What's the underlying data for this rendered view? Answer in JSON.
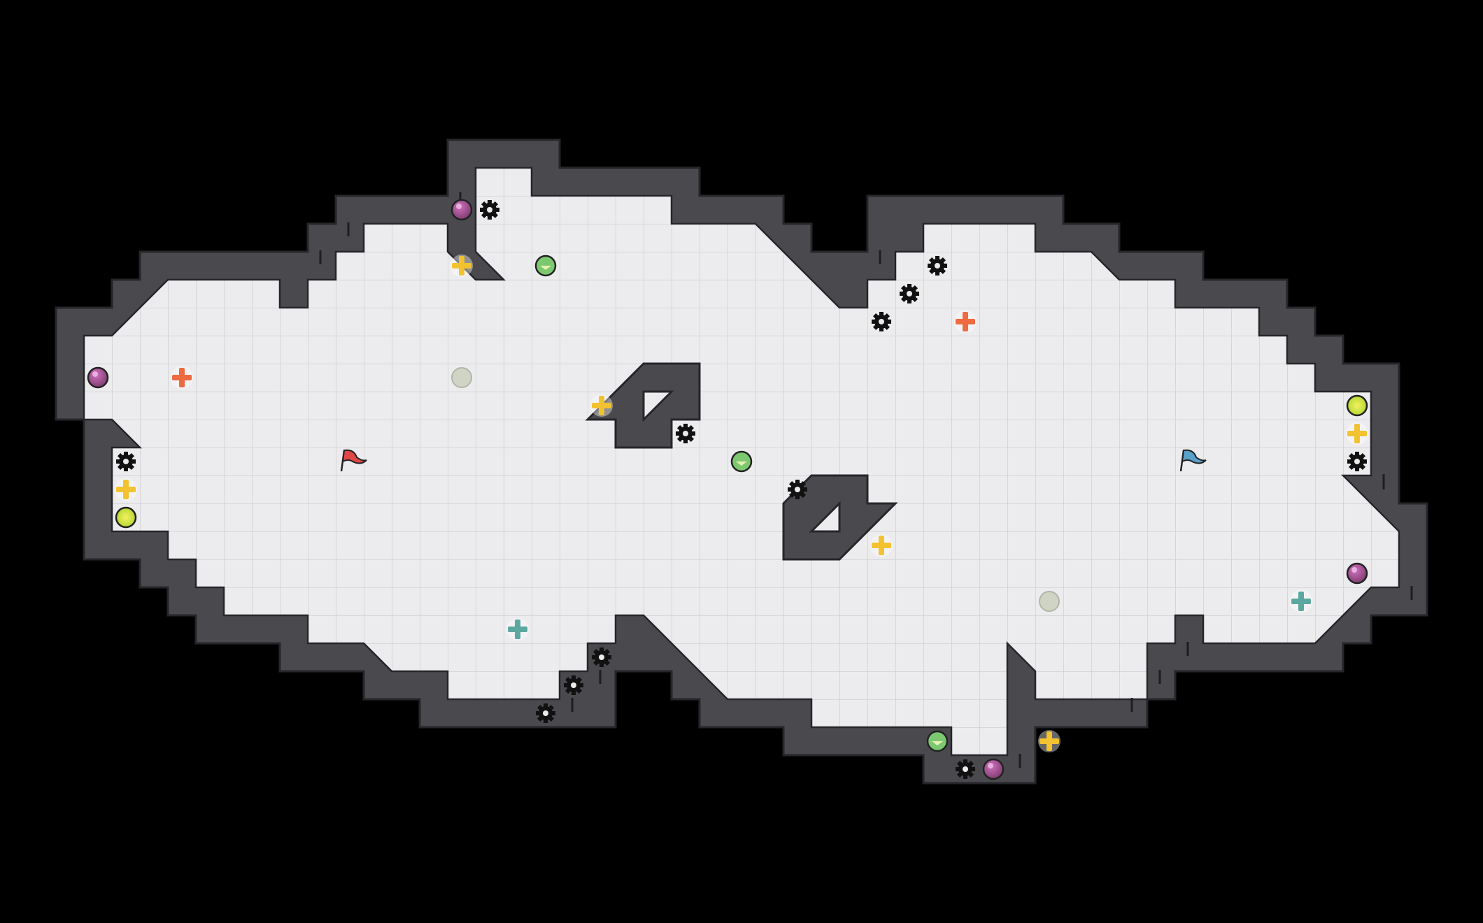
{
  "map": {
    "colors": {
      "background": "#000000",
      "wall": "#4a4a4e",
      "wall_edge": "#26262a",
      "floor": "#ececee",
      "grid": "#c9c9cf"
    },
    "rows": [
      "...........######.....................",
      "...........######......########.......",
      "......#####......#######......#####...",
      "....#########..#########......##############",
      "..#####################################",
      ".######################################",
      "#######################################",
      "#######################################",
      "#######################################",
      "#######################################",
      "#######################################",
      ".######################################",
      ".######################################",
      "..#####################################",
      "...####################################",
      "....###################################",
      "......#########...########....#######..",
      ".........######...##########..#####....",
      "..................########.....#.......",
      ".........................####.........."
    ]
  },
  "items": {
    "flags": [
      {
        "name": "red-flag",
        "color": "#e04848",
        "col": 9,
        "row": 10
      },
      {
        "name": "blue-flag",
        "color": "#5aa0c8",
        "col": 39,
        "row": 10
      }
    ],
    "potions": [
      {
        "col": 13,
        "row": 1
      },
      {
        "col": 0,
        "row": 7
      },
      {
        "col": 45,
        "row": 14
      },
      {
        "col": 32,
        "row": 21
      }
    ],
    "gears": [
      {
        "col": 14,
        "row": 1
      },
      {
        "col": 30,
        "row": 3
      },
      {
        "col": 29,
        "row": 4
      },
      {
        "col": 28,
        "row": 5
      },
      {
        "col": 1,
        "row": 10
      },
      {
        "col": 21,
        "row": 9
      },
      {
        "col": 25,
        "row": 11
      },
      {
        "col": 45,
        "row": 10
      },
      {
        "col": 18,
        "row": 17
      },
      {
        "col": 17,
        "row": 18
      },
      {
        "col": 16,
        "row": 19
      },
      {
        "col": 31,
        "row": 21
      }
    ],
    "green_orbs": [
      {
        "col": 16,
        "row": 3
      },
      {
        "col": 23,
        "row": 10
      },
      {
        "col": 30,
        "row": 20
      }
    ],
    "yellow_orbs": [
      {
        "col": 1,
        "row": 12
      },
      {
        "col": 45,
        "row": 8
      }
    ],
    "gray_orbs": [
      {
        "col": 13,
        "row": 7
      },
      {
        "col": 34,
        "row": 15
      }
    ],
    "yellow_crosses": [
      {
        "col": 13,
        "row": 3
      },
      {
        "col": 18,
        "row": 8
      },
      {
        "col": 1,
        "row": 11
      },
      {
        "col": 28,
        "row": 13
      },
      {
        "col": 45,
        "row": 9
      },
      {
        "col": 34,
        "row": 20
      }
    ],
    "orange_crosses": [
      {
        "col": 3,
        "row": 7
      },
      {
        "col": 31,
        "row": 5
      }
    ],
    "teal_crosses": [
      {
        "col": 15,
        "row": 16
      },
      {
        "col": 43,
        "row": 15
      }
    ]
  }
}
